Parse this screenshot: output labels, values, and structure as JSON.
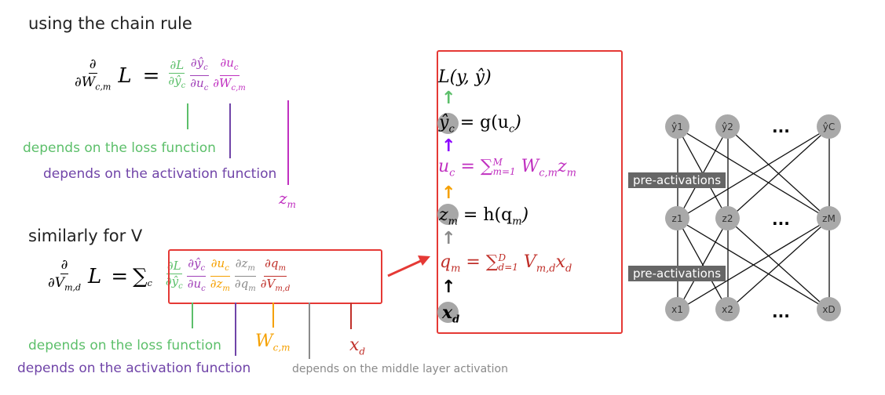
{
  "headings": {
    "chain_rule": "using the chain rule",
    "similarly": "similarly for V"
  },
  "eq1": {
    "lhs_num": "∂",
    "lhs_den": "∂W",
    "lhs_den_sub": "c,m",
    "L": "L",
    "eq": "=",
    "t1_num": "∂L",
    "t1_den": "∂ŷ",
    "t1_den_sub": "c",
    "t2_num": "∂ŷ",
    "t2_num_sub": "c",
    "t2_den": "∂u",
    "t2_den_sub": "c",
    "t3_num": "∂u",
    "t3_num_sub": "c",
    "t3_den": "∂W",
    "t3_den_sub": "c,m"
  },
  "eq1_notes": {
    "loss": "depends on the loss function",
    "activation": "depends on the activation function",
    "zm": "z",
    "zm_sub": "m"
  },
  "eq2": {
    "lhs_num": "∂",
    "lhs_den": "∂V",
    "lhs_den_sub": "m,d",
    "L": "L",
    "eq": "=",
    "sum": "∑",
    "sum_sub": "c",
    "t1_num": "∂L",
    "t1_den": "∂ŷ",
    "t1_den_sub": "c",
    "t2_num": "∂ŷ",
    "t2_num_sub": "c",
    "t2_den": "∂u",
    "t2_den_sub": "c",
    "t3_num": "∂u",
    "t3_num_sub": "c",
    "t3_den": "∂z",
    "t3_den_sub": "m",
    "t4_num": "∂z",
    "t4_num_sub": "m",
    "t4_den": "∂q",
    "t4_den_sub": "m",
    "t5_num": "∂q",
    "t5_num_sub": "m",
    "t5_den": "∂V",
    "t5_den_sub": "m,d"
  },
  "eq2_notes": {
    "loss": "depends on the loss function",
    "activation": "depends on the activation function",
    "middle": "depends on the middle layer activation",
    "w": "W",
    "w_sub": "c,m",
    "x": "x",
    "x_sub": "d"
  },
  "forward": {
    "L_line": "L(y, ŷ)",
    "y_lhs": "ŷ",
    "y_lhs_sub": "c",
    "y_rhs": " = g(u",
    "y_rhs_sub": "c",
    "y_rhs_close": ")",
    "u_lhs": "u",
    "u_lhs_sub": "c",
    "u_eq": " = ∑",
    "u_sum_sup": "M",
    "u_sum_sub": "m=1",
    "u_term": " W",
    "u_term_sub": "c,m",
    "u_z": "z",
    "u_z_sub": "m",
    "z_lhs": "z",
    "z_lhs_sub": "m",
    "z_rhs": " = h(q",
    "z_rhs_sub": "m",
    "z_rhs_close": ")",
    "q_lhs": "q",
    "q_lhs_sub": "m",
    "q_eq": " = ∑",
    "q_sum_sup": "D",
    "q_sum_sub": "d=1",
    "q_term": " V",
    "q_term_sub": "m,d",
    "q_x": "x",
    "q_x_sub": "d",
    "x_lhs": "x",
    "x_lhs_sub": "d"
  },
  "network": {
    "top_nodes": [
      "ŷ1",
      "ŷ2",
      "ŷC"
    ],
    "mid_nodes": [
      "z1",
      "z2",
      "zM"
    ],
    "bot_nodes": [
      "x1",
      "x2",
      "xD"
    ],
    "ellipsis": "...",
    "tag_top": "pre-activations",
    "tag_bottom": "pre-activations"
  },
  "colors": {
    "green": "#5cbf6a",
    "purple": "#7044a8",
    "magenta": "#c030c0",
    "orange": "#f5a000",
    "gray": "#8a8a8a",
    "dark_red": "#c0302a",
    "box_red": "#e53935",
    "violet_arrow": "#8b00ff"
  }
}
